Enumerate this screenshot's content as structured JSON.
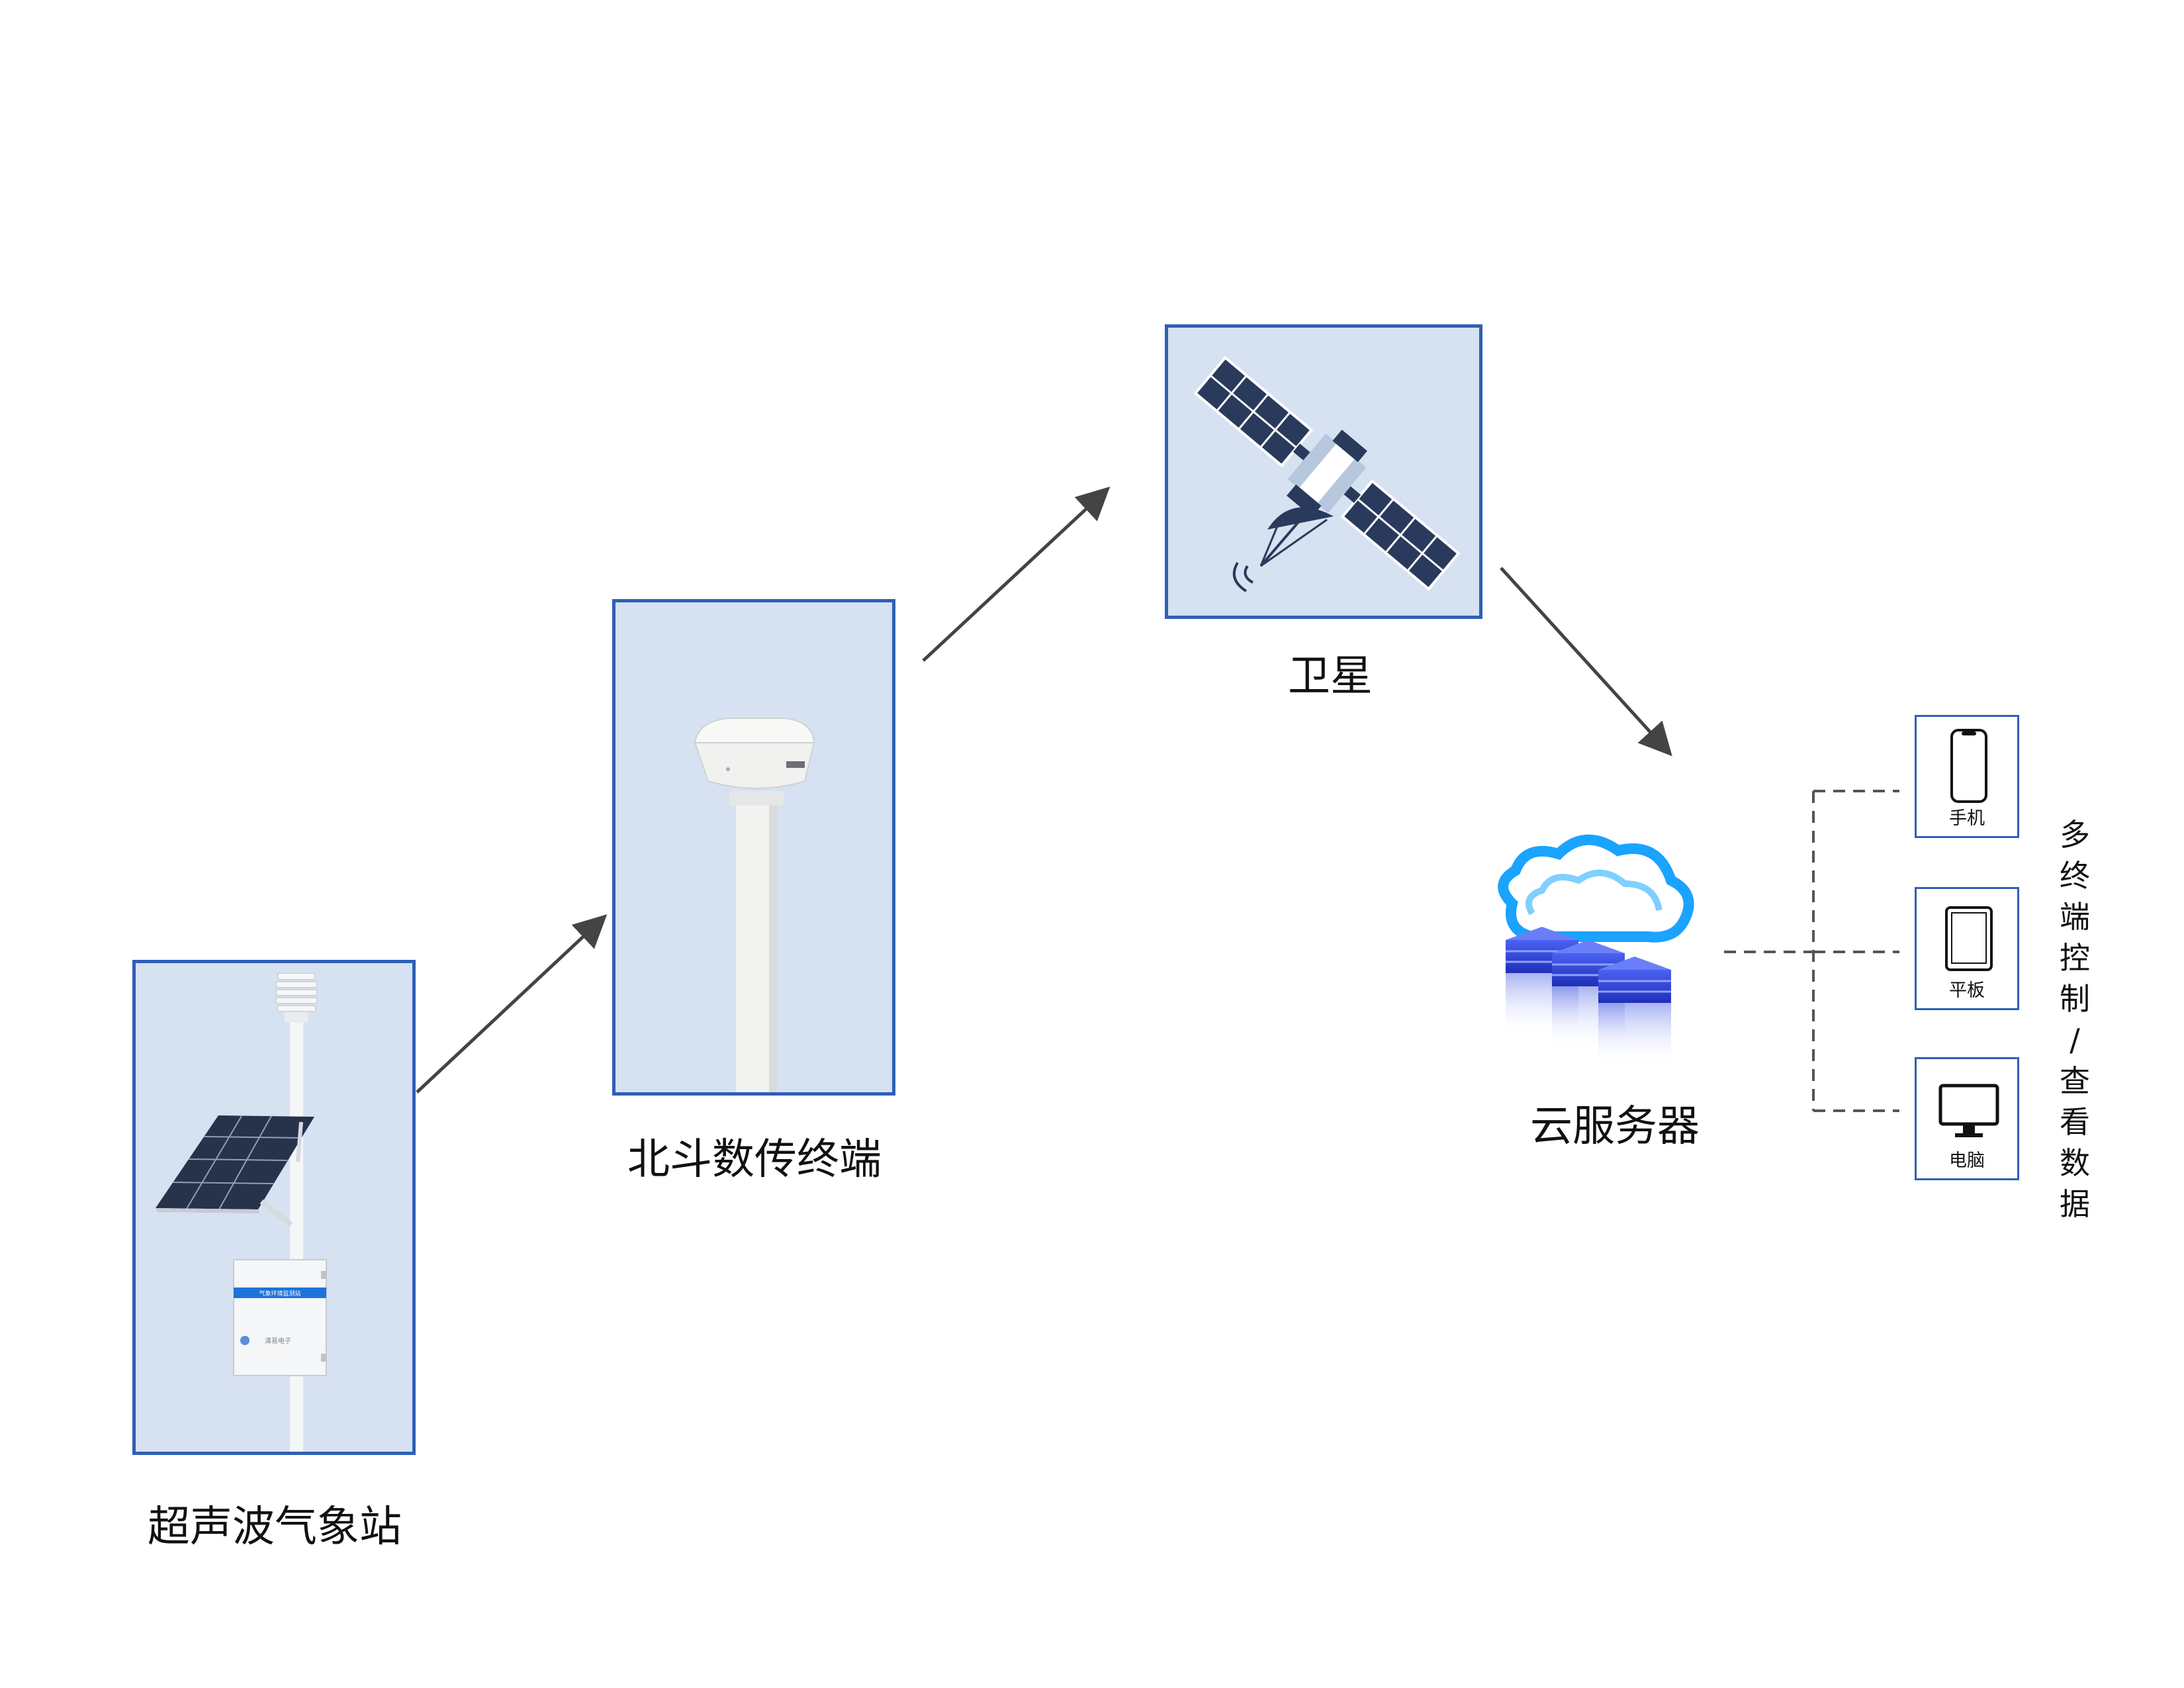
{
  "nodes": {
    "station": {
      "label": "超声波气象站",
      "box_title": "气象环境监测站",
      "box_brand": "清易电子"
    },
    "beidou": {
      "label": "北斗数传终端"
    },
    "satellite": {
      "label": "卫星"
    },
    "cloud": {
      "label": "云服务器"
    }
  },
  "terminals": [
    {
      "label": "手机",
      "icon": "phone-icon"
    },
    {
      "label": "平板",
      "icon": "tablet-icon"
    },
    {
      "label": "电脑",
      "icon": "monitor-icon"
    }
  ],
  "terminals_caption": "多终端控制/查看数据",
  "colors": {
    "frame_border": "#2f5fb7",
    "frame_fill": "#d6e2f1",
    "arrow": "#444444",
    "cloud": "#1aa3ff",
    "server": "#3a52e0"
  }
}
